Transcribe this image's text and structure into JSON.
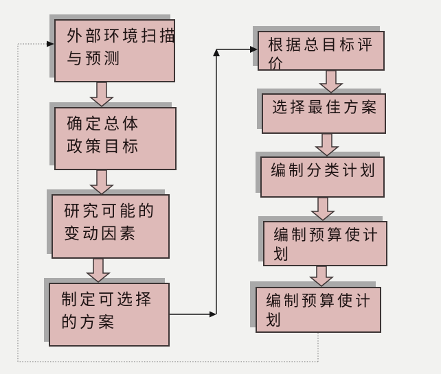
{
  "diagram": {
    "left_boxes": [
      {
        "lines": [
          "外部环境扫描",
          "与预测"
        ]
      },
      {
        "lines": [
          "确定总体",
          "政策目标"
        ]
      },
      {
        "lines": [
          "研究可能的",
          "变动因素"
        ]
      },
      {
        "lines": [
          "制定可选择",
          "的方案"
        ]
      }
    ],
    "right_boxes": [
      {
        "lines": [
          "根据总目标评",
          "价"
        ]
      },
      {
        "lines": [
          "选择最佳方案",
          ""
        ]
      },
      {
        "lines": [
          "编制分类计划",
          ""
        ]
      },
      {
        "lines": [
          "编制预算使计",
          "划"
        ]
      },
      {
        "lines": [
          "编制预算使计",
          "划"
        ]
      }
    ],
    "colors": {
      "box_fill": "#debab8",
      "box_border": "#3d3535",
      "box_shadow": "#a9a9a9",
      "background": "#f2f2f0",
      "solid_connector": "#151515",
      "dotted_connector": "#8a8a8a"
    }
  }
}
